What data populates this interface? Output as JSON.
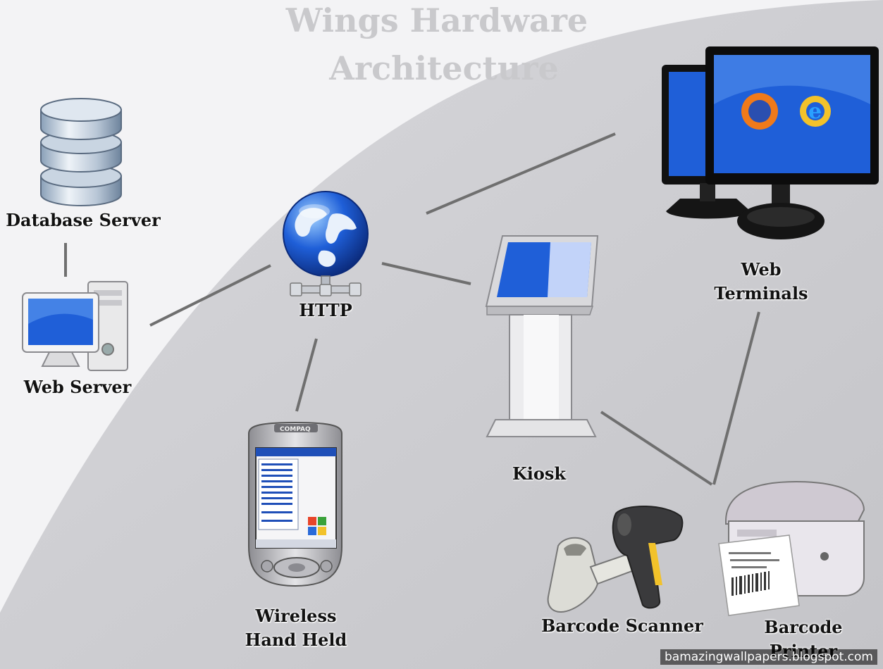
{
  "title": {
    "line1": "Wings Hardware",
    "line2": "Architecture"
  },
  "nodes": {
    "database_server": "Database Server",
    "web_server": "Web Server",
    "http": "HTTP",
    "kiosk": "Kiosk",
    "web_terminals": {
      "line1": "Web",
      "line2": "Terminals"
    },
    "wireless_hand_held": {
      "line1": "Wireless",
      "line2": "Hand Held"
    },
    "barcode_scanner": "Barcode Scanner",
    "barcode_printer": {
      "line1": "Barcode",
      "line2": "Printer"
    }
  },
  "pda_brand": "COMPAQ",
  "watermark": "bamazingwallpapers.blogspot.com",
  "colors": {
    "screen_blue": "#1f5fd8",
    "connector": "#6f6f6f",
    "title_gray": "#c9c9cc"
  }
}
